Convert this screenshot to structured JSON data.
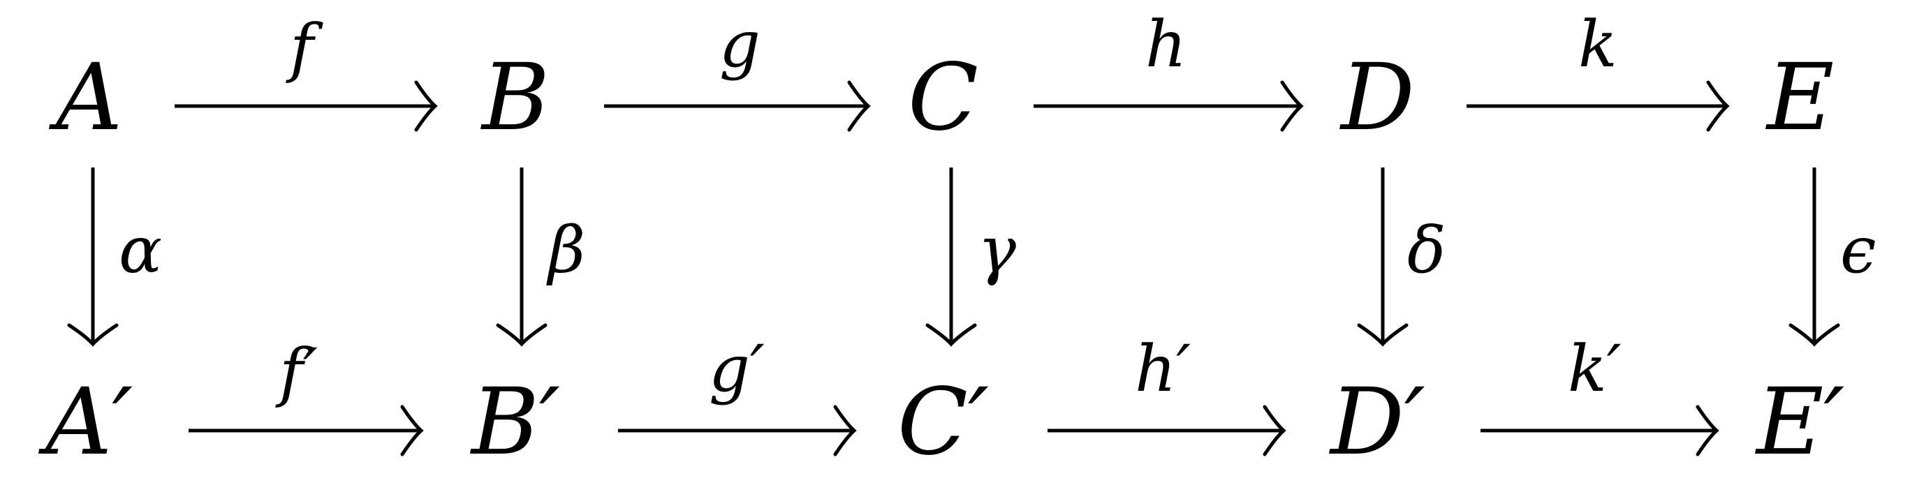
{
  "diagram": {
    "nodes": {
      "A": "A",
      "B": "B",
      "C": "C",
      "D": "D",
      "E": "E",
      "A2": "A′",
      "B2": "B′",
      "C2": "C′",
      "D2": "D′",
      "E2": "E′"
    },
    "arrows": {
      "f": "f",
      "g": "g",
      "h": "h",
      "k": "k",
      "f2": "f′",
      "g2": "g′",
      "h2": "h′",
      "k2": "k′",
      "alpha": "α",
      "beta": "β",
      "gamma": "γ",
      "delta": "δ",
      "epsilon": "ϵ"
    }
  }
}
